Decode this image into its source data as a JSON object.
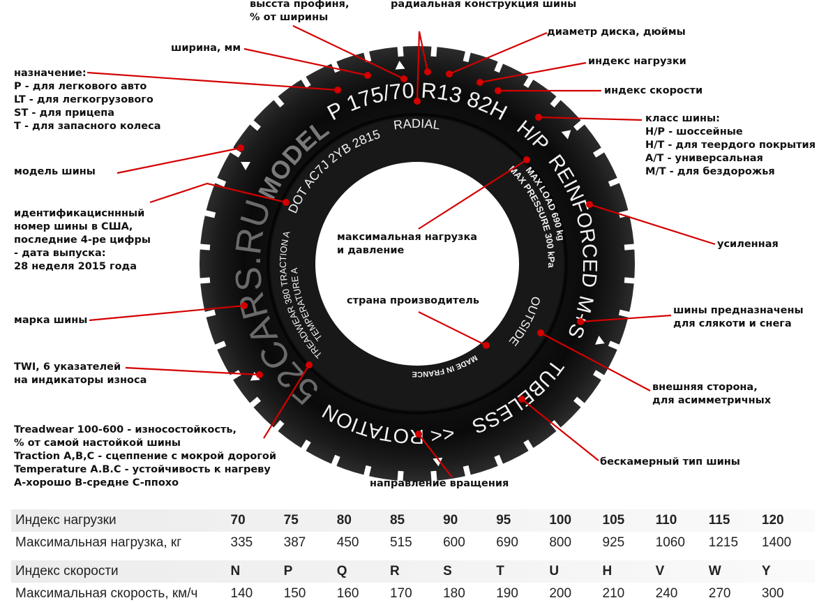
{
  "tire": {
    "size": "P 175/70 R13 82H",
    "radial": "RADIAL",
    "class": "H/P",
    "reinforced": "REINFORCED",
    "ms": "M+S",
    "tubeless": "TUBELESS",
    "rotation": "<< ROTATION",
    "brand": "52CARS.RU",
    "model": "MODEL",
    "dot": "DOT AC7J 2YB 2815",
    "treadwear": "TREADWEAR 380 TRACTION A",
    "temperature": "TEMPERATURE A",
    "max_load": "MAX LOAD 690 kg",
    "max_pressure": "MAX PRESSURE 300 kPa",
    "outside": "OUTSIDE",
    "made_in": "MADE IN FRANCE"
  },
  "callouts": {
    "purpose": [
      "назначение:",
      "P - для легкового авто",
      "LT - для легкогрузового",
      "ST - для прицепа",
      "T - для запасного колеса"
    ],
    "width": [
      "ширина, мм"
    ],
    "profile": [
      "высста профиня,",
      "% от ширины"
    ],
    "radial": [
      "радиальная конструкция шины"
    ],
    "diameter": [
      "диаметр диска, дюймы"
    ],
    "load_index": [
      "индекс нагрузки"
    ],
    "speed_index": [
      "индекс скорости"
    ],
    "tire_class": [
      "класс шины:",
      "H/P - шоссейные",
      "H/T - для теердого покрытия",
      "A/T - универсальная",
      "M/T - для бездорожья"
    ],
    "model": [
      "модель шины"
    ],
    "id": [
      "идентификацисннный",
      "номер шины в США,",
      "последние 4-ре цифры",
      "- дата выпуска:",
      "28 неделя 2015 года"
    ],
    "max_load": [
      "максимальная нагрузка",
      "и давление"
    ],
    "reinforced": [
      "усиленная"
    ],
    "country": [
      "страна производитель"
    ],
    "brand": [
      "марка шины"
    ],
    "ms": [
      "шины предназначены",
      "для слякоти и снега"
    ],
    "twi": [
      "TWI, 6 указателей",
      "на индикаторы износа"
    ],
    "outside": [
      "внешняя сторона,",
      "для асимметричных"
    ],
    "utqg": [
      "Treadwear 100-600 - износостойкость,",
      "% от самой настойкой шины",
      "Traction A,B,C - сцеппение с мокрой дорогой",
      "Temperature A.B.C - устойчивость к нагреву",
      "A-хорошо B-средне C-ппохо"
    ],
    "tubeless": [
      "бескамерный тип шины"
    ],
    "rotation": [
      "направление вращения"
    ]
  },
  "colors": {
    "callout": "#d40000",
    "tire": "#141414"
  },
  "load_table": {
    "header": "Индекс нагрузки",
    "indices": [
      "70",
      "75",
      "80",
      "85",
      "90",
      "95",
      "100",
      "105",
      "110",
      "115",
      "120"
    ],
    "label": "Максимальная нагрузка, кг",
    "values": [
      "335",
      "387",
      "450",
      "515",
      "600",
      "690",
      "800",
      "925",
      "1060",
      "1215",
      "1400"
    ]
  },
  "speed_table": {
    "header": "Индекс скорости",
    "indices": [
      "N",
      "P",
      "Q",
      "R",
      "S",
      "T",
      "U",
      "H",
      "V",
      "W",
      "Y"
    ],
    "label": "Максимальная скорость, км/ч",
    "values": [
      "140",
      "150",
      "160",
      "170",
      "180",
      "190",
      "200",
      "210",
      "240",
      "270",
      "300"
    ]
  }
}
